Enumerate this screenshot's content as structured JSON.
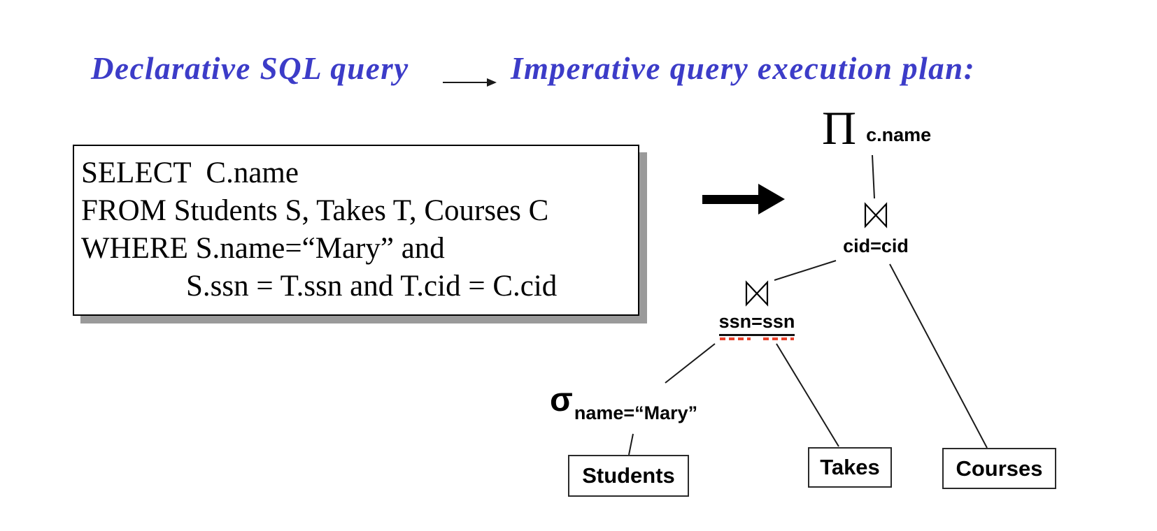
{
  "header": {
    "left_title": "Declarative SQL query",
    "right_title": "Imperative query execution plan:",
    "title_color": "#3c3cc8"
  },
  "sql_box": {
    "lines": [
      "SELECT  C.name",
      "FROM Students S, Takes T, Courses C",
      "WHERE S.name=“Mary” and",
      "S.ssn = T.ssn and T.cid = C.cid"
    ]
  },
  "plan_tree": {
    "projection": {
      "symbol": "Π",
      "subscript": "c.name"
    },
    "join_top": {
      "label": "cid=cid"
    },
    "join_bottom": {
      "left": "ssn",
      "eq": "=",
      "right": "ssn"
    },
    "selection": {
      "symbol": "σ",
      "subscript": "name=“Mary”"
    },
    "leaves": {
      "students": "Students",
      "takes": "Takes",
      "courses": "Courses"
    }
  },
  "icons": {
    "flow_arrow": "thin-right-arrow",
    "transform_arrow": "thick-right-arrow",
    "join_symbol": "bowtie"
  },
  "colors": {
    "accent_blue": "#3c3cc8",
    "spellcheck_red": "#e8432d",
    "shadow_gray": "#9a9a9a"
  }
}
